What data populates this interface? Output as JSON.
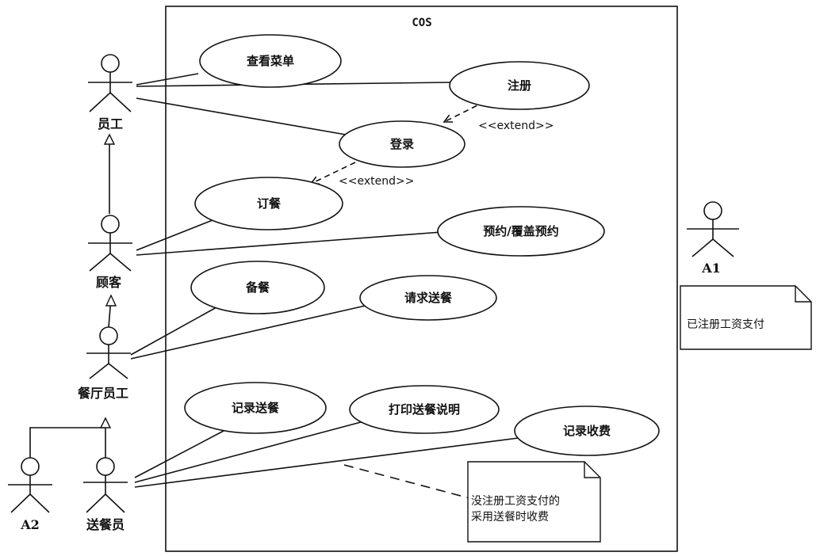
{
  "system": {
    "name": "COS"
  },
  "actors": {
    "employee": "员工",
    "customer": "顾客",
    "restaurant_staff": "餐厅员工",
    "delivery_staff": "送餐员",
    "a1": "A1",
    "a2": "A2"
  },
  "use_cases": {
    "view_menu": "查看菜单",
    "register": "注册",
    "login": "登录",
    "order": "订餐",
    "reserve": "预约/覆盖预约",
    "prepare": "备餐",
    "request_delivery": "请求送餐",
    "record_delivery": "记录送餐",
    "print_delivery": "打印送餐说明",
    "record_payment": "记录收费"
  },
  "stereotypes": {
    "extend_register": "<<extend>>",
    "extend_login": "<<extend>>"
  },
  "notes": {
    "payroll": "已注册工资支付",
    "cod_line1": "没注册工资支付的",
    "cod_line2": "采用送餐时收费"
  }
}
